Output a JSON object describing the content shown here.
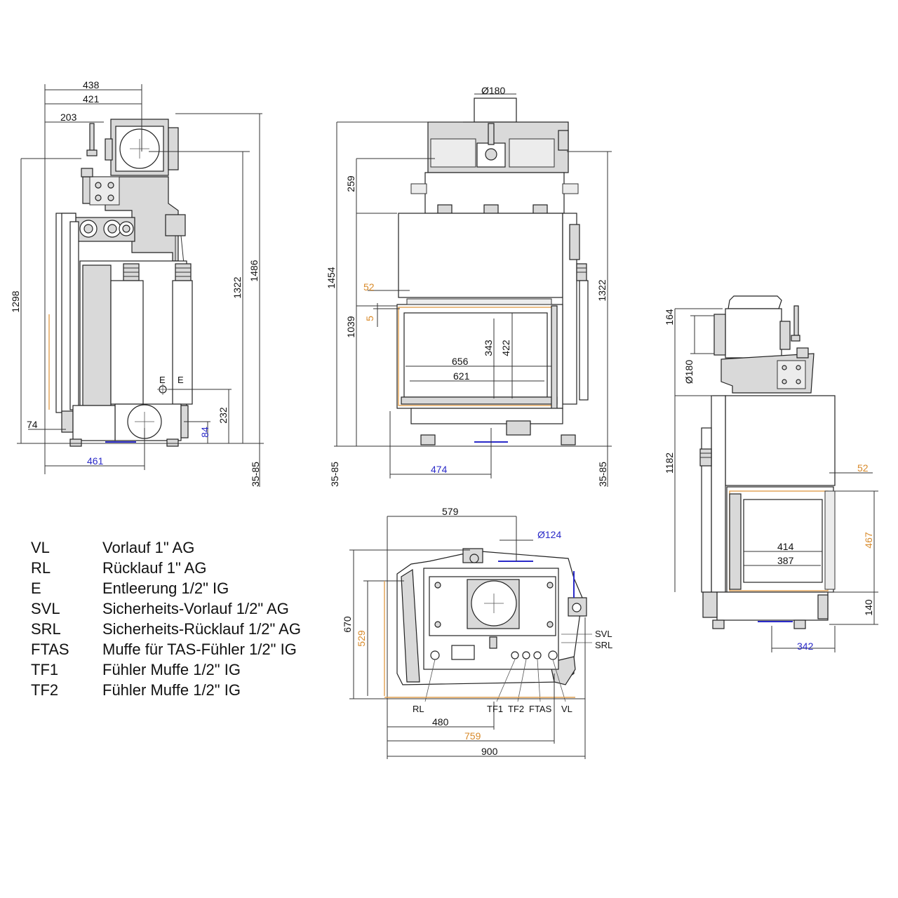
{
  "colors": {
    "line": "#333333",
    "blue_dimension": "#2a2ac8",
    "orange_dimension": "#d88a2a",
    "fill_gray": "#d9d9d9"
  },
  "legend": [
    {
      "code": "VL",
      "desc": "Vorlauf 1\" AG"
    },
    {
      "code": "RL",
      "desc": "Rücklauf 1\" AG"
    },
    {
      "code": "E",
      "desc": "Entleerung 1/2\" IG"
    },
    {
      "code": "SVL",
      "desc": "Sicherheits-Vorlauf 1/2\" AG"
    },
    {
      "code": "SRL",
      "desc": "Sicherheits-Rücklauf 1/2\" AG"
    },
    {
      "code": "FTAS",
      "desc": "Muffe für TAS-Fühler 1/2\" IG"
    },
    {
      "code": "TF1",
      "desc": "Fühler Muffe 1/2\" IG"
    },
    {
      "code": "TF2",
      "desc": "Fühler Muffe 1/2\" IG"
    }
  ],
  "side_view": {
    "d438": "438",
    "d421": "421",
    "d203": "203",
    "d1298": "1298",
    "d1322": "1322",
    "d1486": "1486",
    "d232": "232",
    "d84": "84",
    "d74": "74",
    "d461": "461",
    "d35_85": "35-85",
    "label_e1": "E",
    "label_e2": "E"
  },
  "front_view": {
    "d180": "Ø180",
    "d259": "259",
    "d1454": "1454",
    "d1039": "1039",
    "d52": "52",
    "d5": "5",
    "d1322": "1322",
    "d656": "656",
    "d621": "621",
    "d343": "343",
    "d422": "422",
    "d474": "474",
    "d35_85_left": "35-85",
    "d35_85_right": "35-85"
  },
  "right_view": {
    "d164": "164",
    "d180": "Ø180",
    "d1182": "1182",
    "d52": "52",
    "d467": "467",
    "d414": "414",
    "d387": "387",
    "d140": "140",
    "d342": "342"
  },
  "top_view": {
    "d579": "579",
    "d124": "Ø124",
    "d670": "670",
    "d529": "529",
    "d480": "480",
    "d759": "759",
    "d900": "900",
    "label_svl": "SVL",
    "label_srl": "SRL",
    "label_rl": "RL",
    "label_tf1": "TF1",
    "label_tf2": "TF2",
    "label_ftas": "FTAS",
    "label_vl": "VL"
  }
}
